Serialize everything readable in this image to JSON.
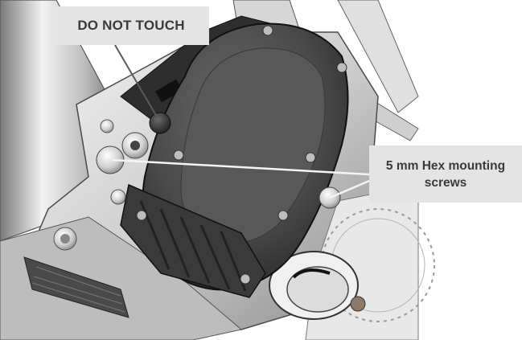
{
  "callouts": {
    "do_not_touch": "DO NOT TOUCH",
    "screws_line1": "5 mm Hex mounting",
    "screws_line2": "screws"
  },
  "colors": {
    "callout_bg": "#e4e4e4",
    "callout_text": "#3a3a3a",
    "motor_cover": "#3c3c3c",
    "frame": "#d8d8d8"
  }
}
